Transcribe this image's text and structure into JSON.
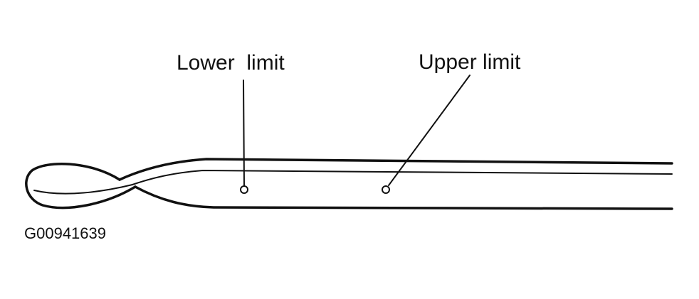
{
  "labels": {
    "lower_limit": "Lower  limit",
    "upper_limit": "Upper limit"
  },
  "figure_id": "G00941639",
  "colors": {
    "ink": "#111111",
    "background": "#ffffff"
  }
}
